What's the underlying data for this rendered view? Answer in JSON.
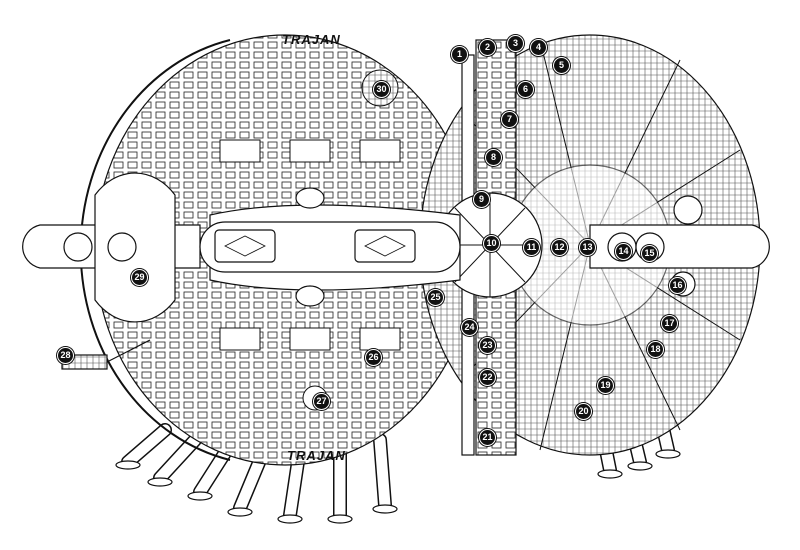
{
  "ship_name_top": "TRAJAN",
  "ship_name_bottom": "TRAJAN",
  "callouts": [
    "1",
    "2",
    "3",
    "4",
    "5",
    "6",
    "7",
    "8",
    "9",
    "10",
    "11",
    "12",
    "13",
    "14",
    "15",
    "16",
    "17",
    "18",
    "19",
    "20",
    "21",
    "22",
    "23",
    "24",
    "25",
    "26",
    "27",
    "28",
    "29",
    "30"
  ],
  "colors": {
    "line": "#111111",
    "fill": "#ffffff",
    "shade": "#cfcfcf"
  }
}
